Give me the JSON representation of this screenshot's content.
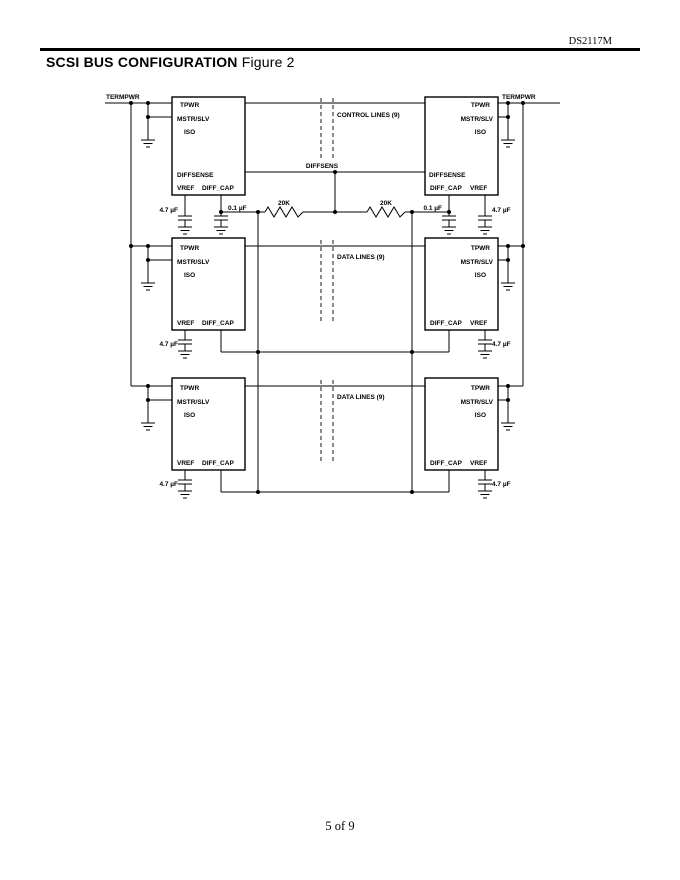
{
  "page": {
    "doc_number": "DS2117M",
    "title": "SCSI BUS CONFIGURATION",
    "title_suffix": "Figure 2",
    "footer": "5 of 9"
  },
  "diagram": {
    "labels": {
      "termpwr": "TERMPWR",
      "tpwr": "TPWR",
      "mstr_slv": "MSTR/SLV",
      "iso": "ISO",
      "diffsense": "DIFFSENSE",
      "vref": "VREF",
      "diff_cap": "DIFF_CAP",
      "diffsens": "DIFFSENS",
      "control_lines": "CONTROL LINES (9)",
      "data_lines": "DATA LINES (9)",
      "cap_47": "4.7 µF",
      "cap_01": "0.1 µF",
      "res_20k": "20K"
    }
  }
}
